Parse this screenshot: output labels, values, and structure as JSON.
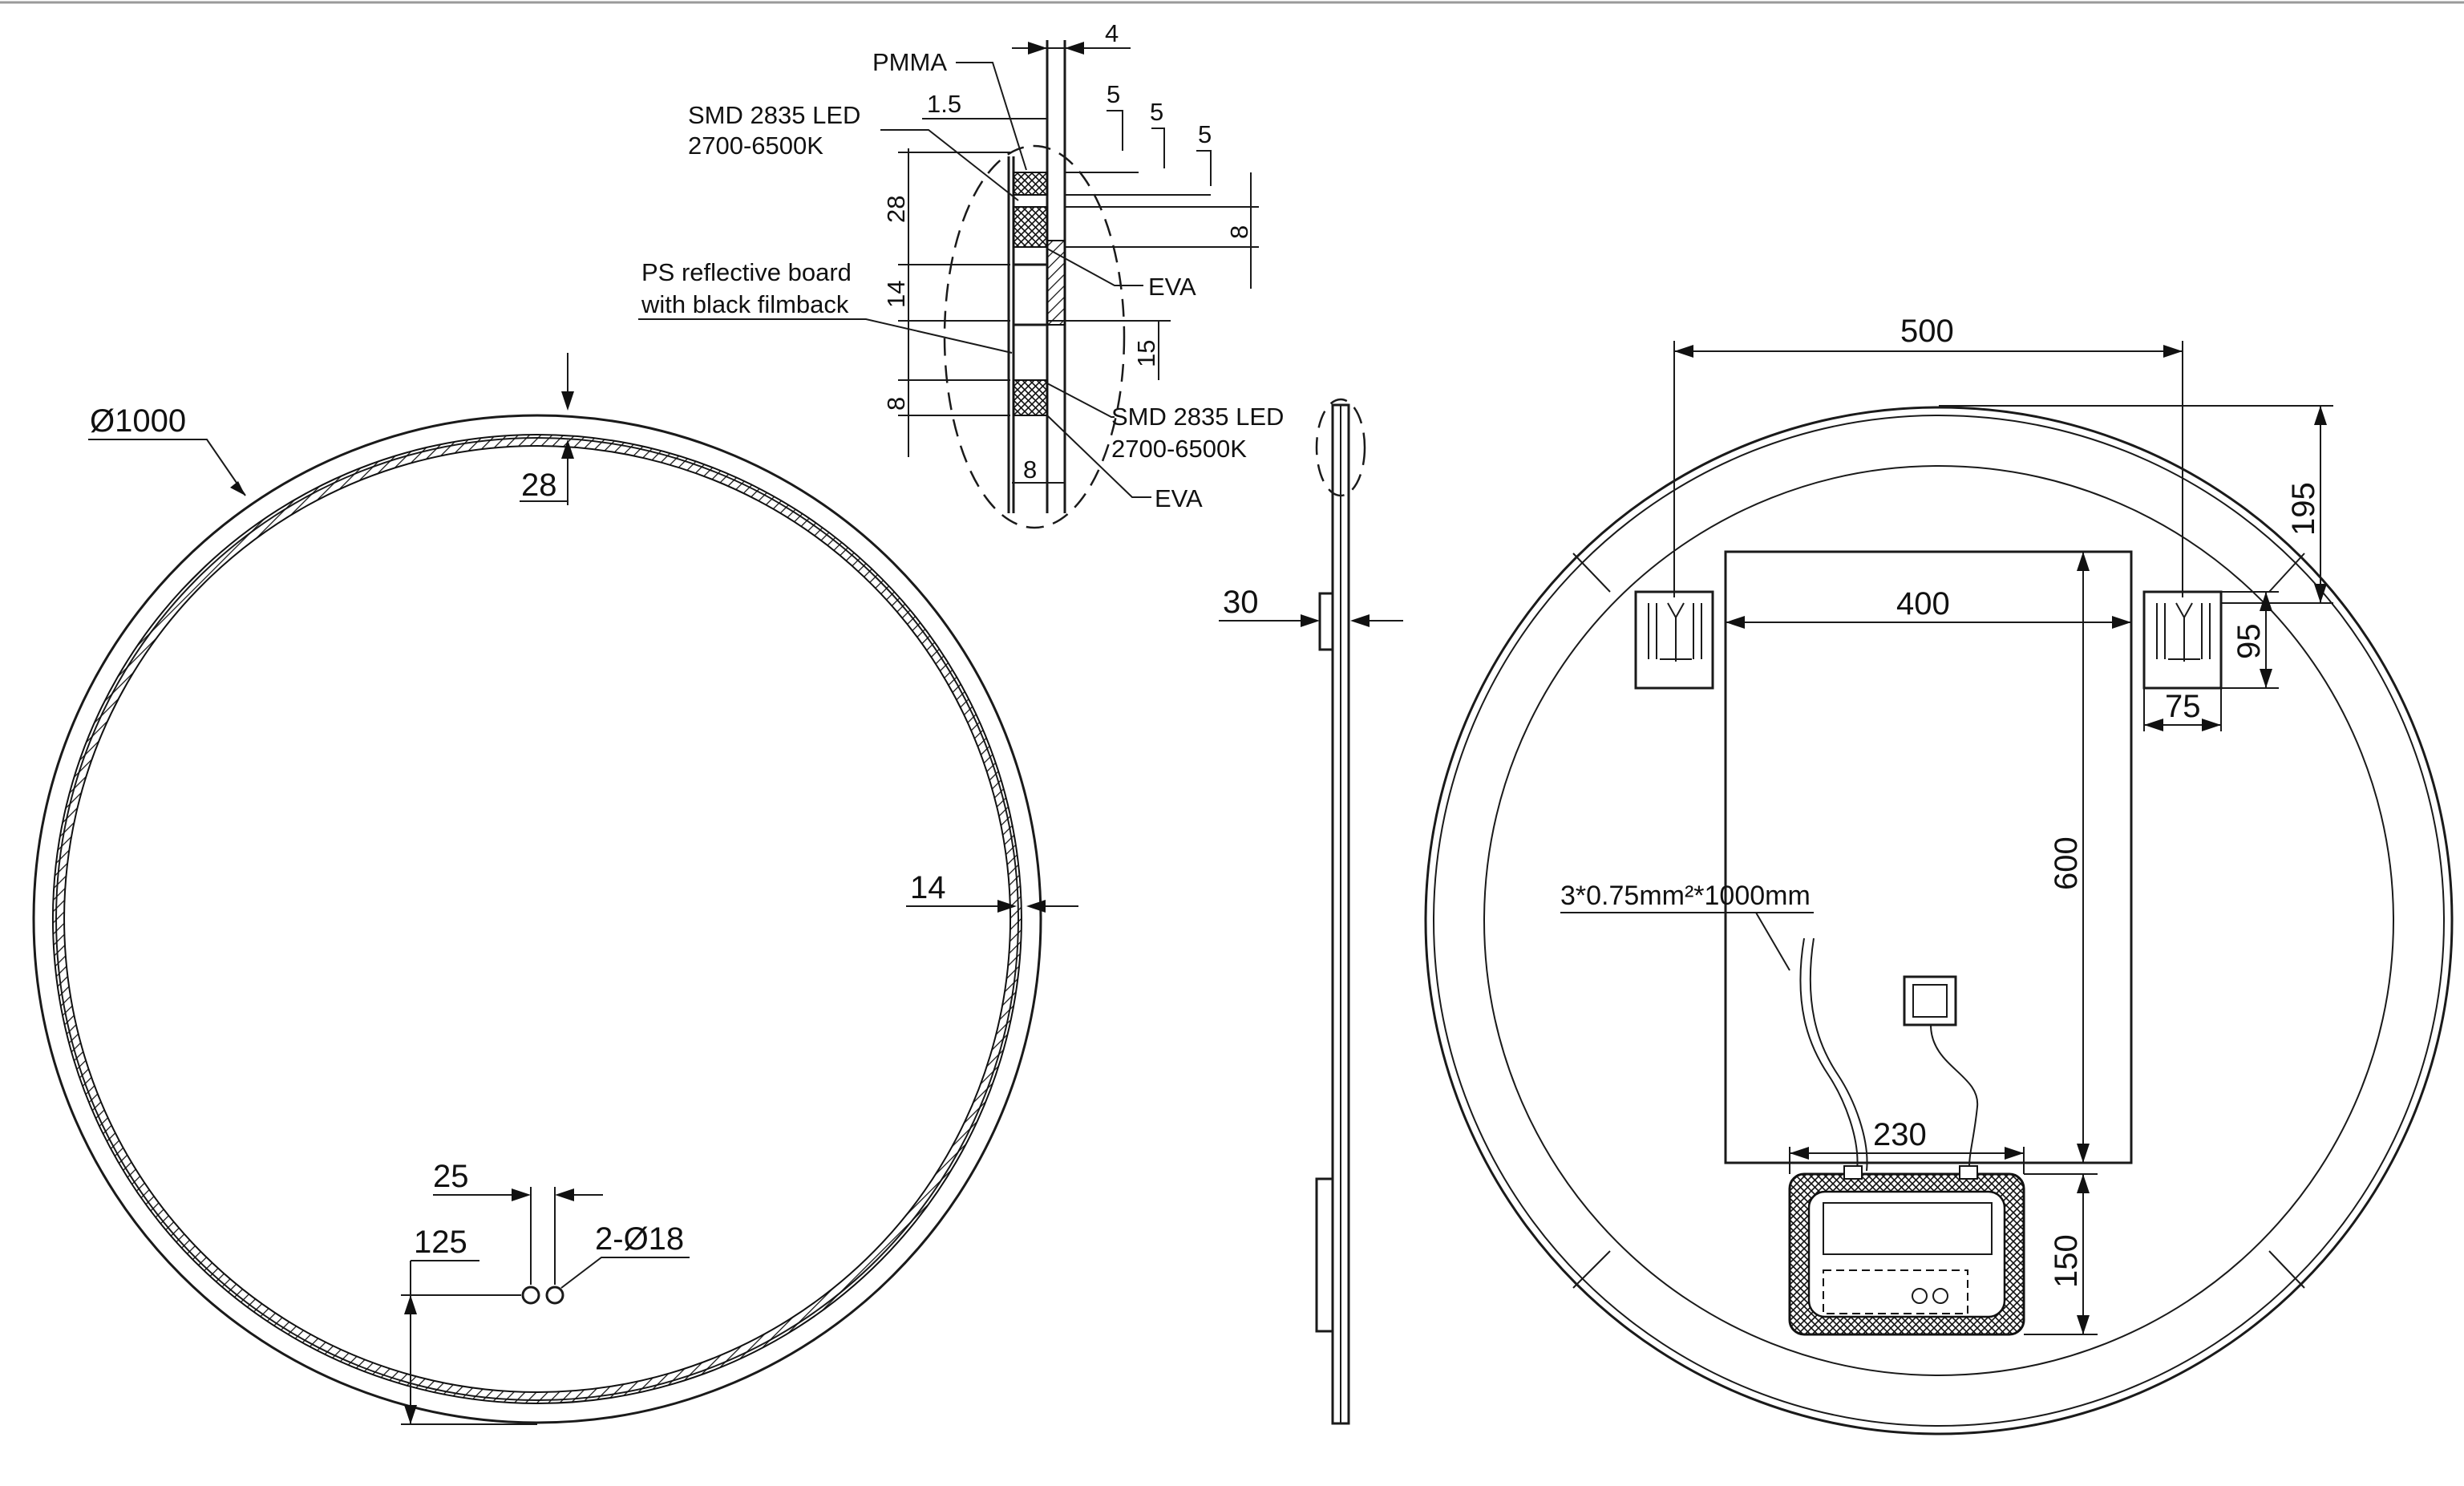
{
  "front_view": {
    "diameter_label": "Ø1000",
    "top_offset": "28",
    "ring_width": "14",
    "hole_spacing": "25",
    "hole_height": "125",
    "holes_label": "2-Ø18"
  },
  "section_detail": {
    "pmma": "PMMA",
    "led_top_line1": "SMD 2835 LED",
    "led_top_line2": "2700-6500K",
    "board_line1": "PS reflective board",
    "board_line2": "with black filmback",
    "eva_upper": "EVA",
    "led_bottom_line1": "SMD 2835 LED",
    "led_bottom_line2": "2700-6500K",
    "eva_lower": "EVA",
    "dim_4": "4",
    "dim_1_5": "1.5",
    "dim_5a": "5",
    "dim_5b": "5",
    "dim_5c": "5",
    "dim_28": "28",
    "dim_14": "14",
    "dim_8_right": "8",
    "dim_15": "15",
    "dim_8_left": "8",
    "dim_8_bottom": "8"
  },
  "side_view": {
    "depth": "30"
  },
  "back_view": {
    "bracket_spacing": "500",
    "bracket_top": "195",
    "panel_width": "400",
    "bracket_height": "95",
    "bracket_width": "75",
    "panel_height": "600",
    "cable_spec": "3*0.75mm²*1000mm",
    "driver_width": "230",
    "driver_height": "150"
  }
}
